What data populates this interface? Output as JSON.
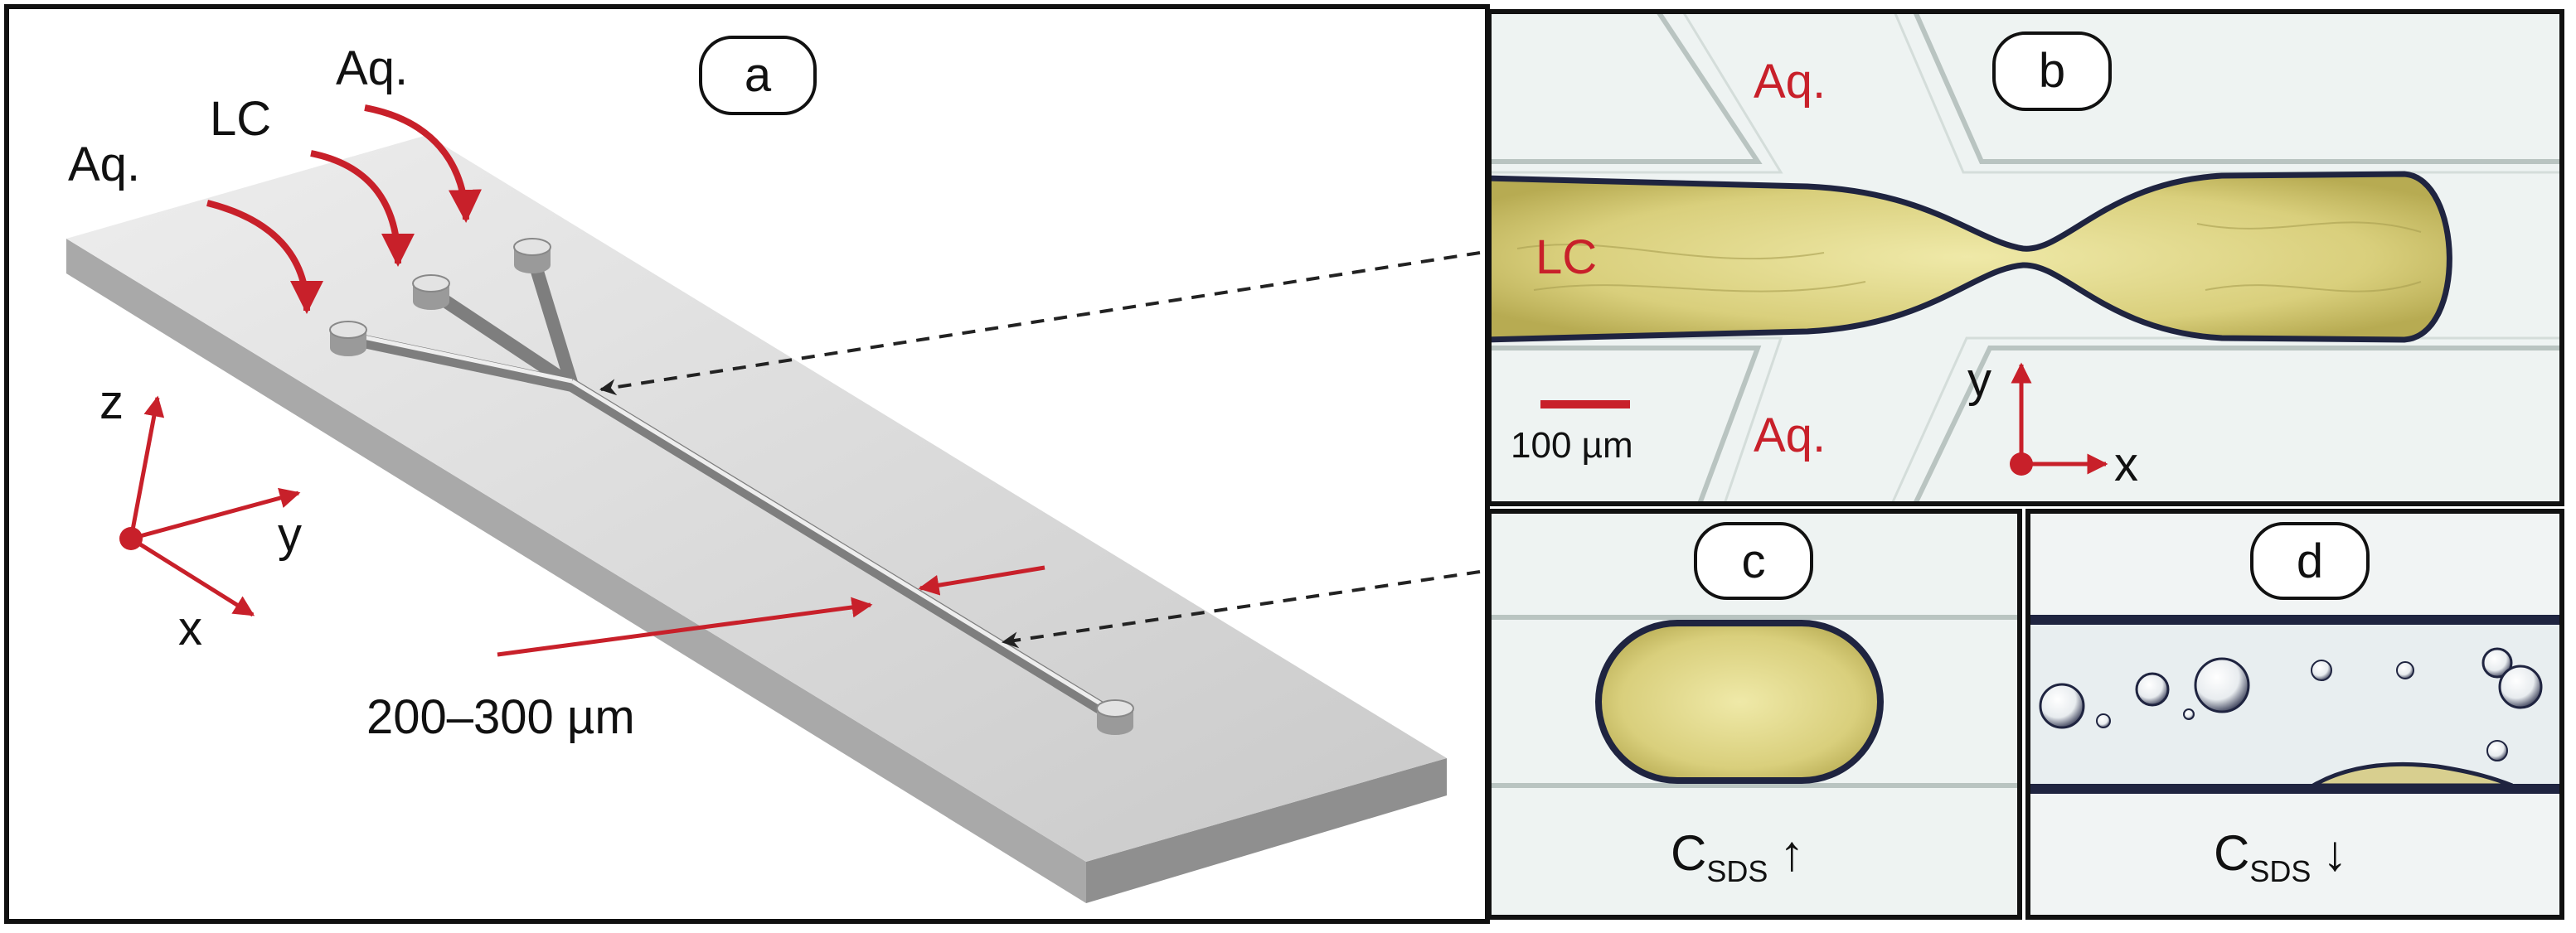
{
  "panel_a": {
    "badge": "a",
    "inlet_labels": [
      "Aq.",
      "LC",
      "Aq."
    ],
    "axes": {
      "z": "z",
      "y": "y",
      "x": "x"
    },
    "width_label": "200–300 µm"
  },
  "panel_b": {
    "badge": "b",
    "aq_top": "Aq.",
    "aq_bottom": "Aq.",
    "lc": "LC",
    "scale_bar": "100 µm",
    "axes": {
      "y": "y",
      "x": "x"
    }
  },
  "panel_c": {
    "badge": "c",
    "caption_main": "C",
    "caption_sub": "SDS",
    "caption_arrow": "↑"
  },
  "panel_d": {
    "badge": "d",
    "caption_main": "C",
    "caption_sub": "SDS",
    "caption_arrow": "↓"
  },
  "colors": {
    "accent_red": "#c8202a",
    "lc_yellow": "#e3dc8e",
    "channel_bg": "#eef3f2"
  }
}
